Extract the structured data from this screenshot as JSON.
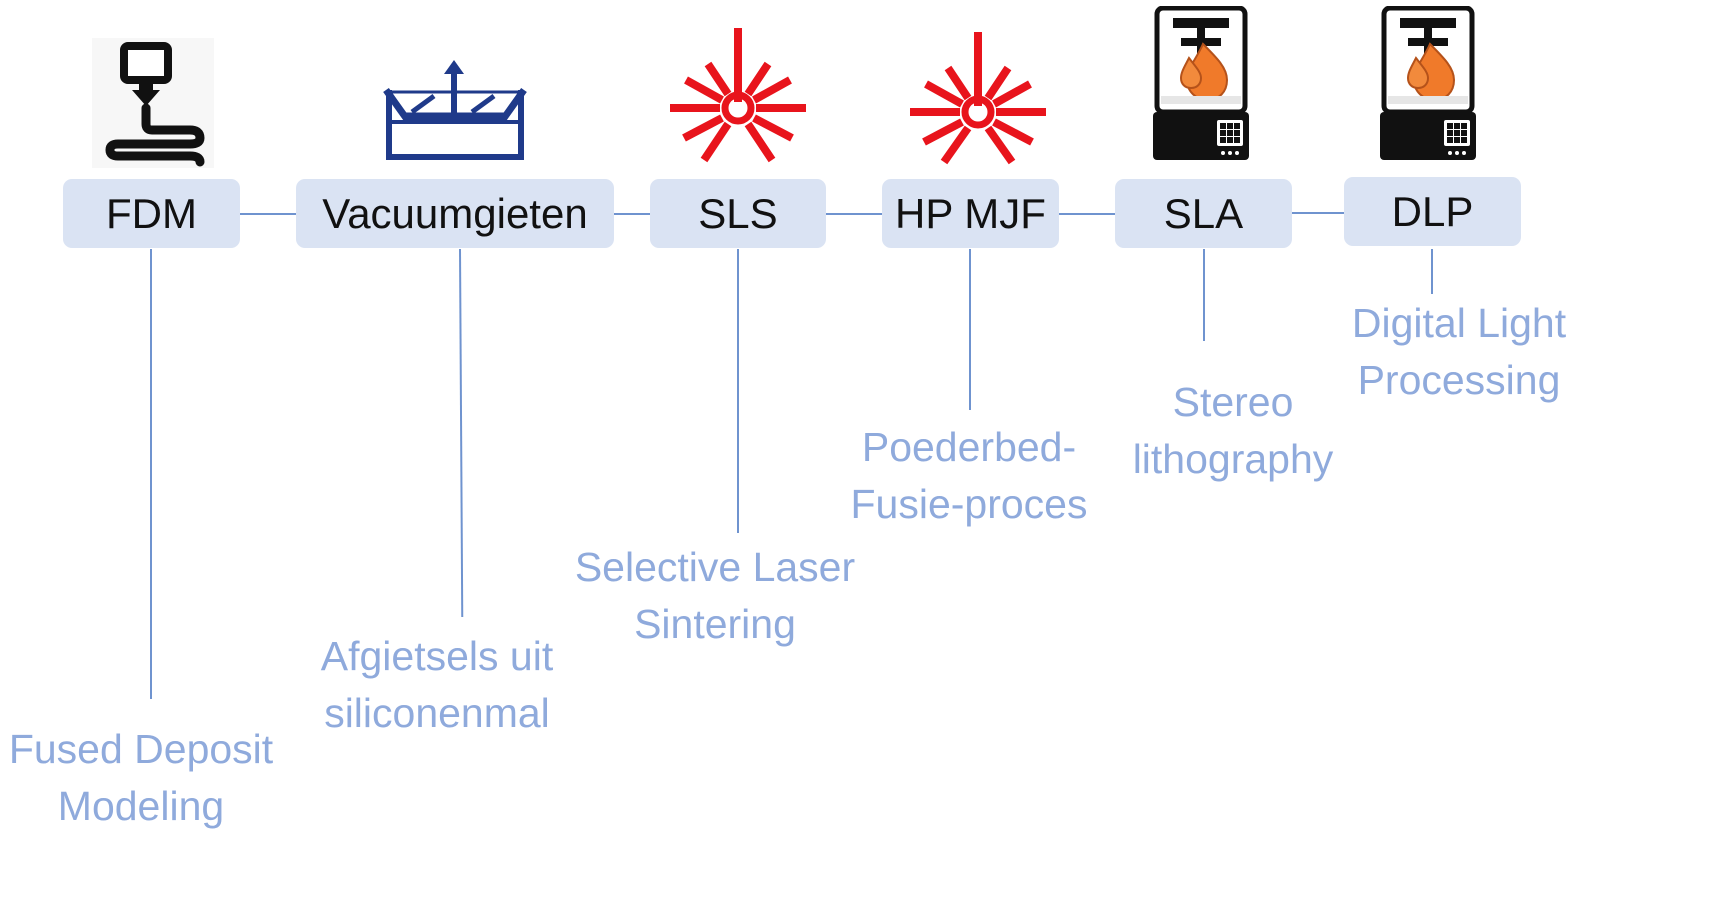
{
  "processes": [
    {
      "id": "fdm",
      "label": "FDM",
      "icon": "fdm-printer-nozzle-icon",
      "description": [
        "Fused Deposit",
        "Modeling"
      ]
    },
    {
      "id": "vacuum",
      "label": "Vacuumgieten",
      "icon": "vacuum-casting-mold-icon",
      "description": [
        "Afgietsels uit",
        "siliconenmal"
      ]
    },
    {
      "id": "sls",
      "label": "SLS",
      "icon": "laser-burst-icon",
      "description": [
        "Selective Laser",
        "Sintering"
      ]
    },
    {
      "id": "mjf",
      "label": "HP MJF",
      "icon": "laser-burst-icon",
      "description": [
        "Poederbed-",
        "Fusie-proces"
      ]
    },
    {
      "id": "sla",
      "label": "SLA",
      "icon": "resin-printer-icon",
      "description": [
        "Stereo",
        "lithography"
      ]
    },
    {
      "id": "dlp",
      "label": "DLP",
      "icon": "resin-printer-icon",
      "description": [
        "Digital Light",
        "Processing"
      ]
    }
  ],
  "colors": {
    "box_fill": "#dae3f3",
    "connector": "#6f93cf",
    "description_text": "#8faadc",
    "laser_red": "#e8141c",
    "mold_navy": "#1f3a8a",
    "resin_orange": "#f07a2a"
  }
}
